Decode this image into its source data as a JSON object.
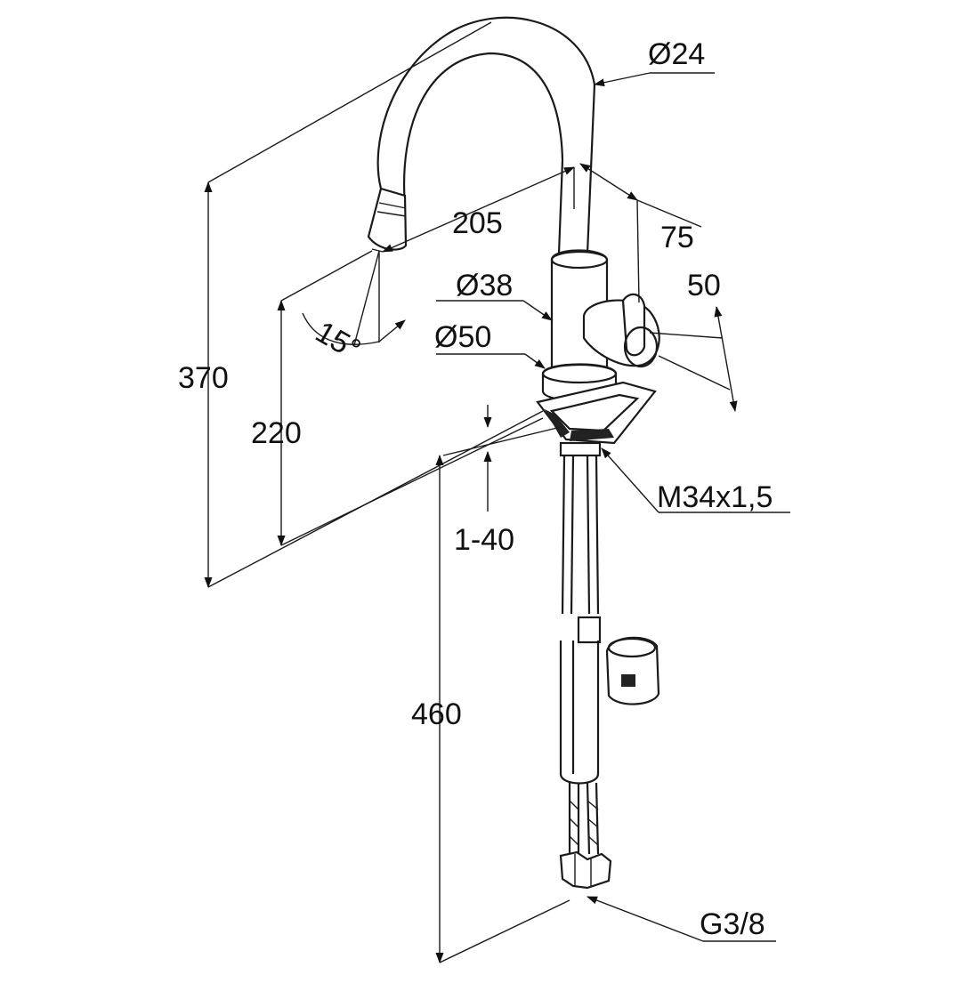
{
  "labels": {
    "dia_spout": "Ø24",
    "reach": "205",
    "offset_75": "75",
    "offset_50": "50",
    "dia_body": "Ø38",
    "dia_base": "Ø50",
    "angle": "15°",
    "height_total": "370",
    "height_spout": "220",
    "deck_thickness": "1-40",
    "thread": "M34x1,5",
    "hose_length": "460",
    "connection": "G3/8"
  },
  "colors": {
    "line": "#1a1a1a",
    "text": "#111111",
    "background": "#ffffff"
  }
}
